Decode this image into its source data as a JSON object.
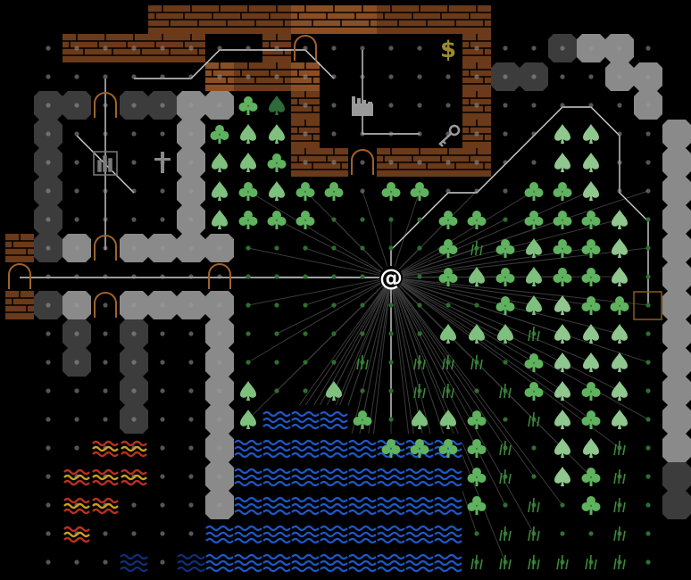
{
  "player": {
    "glyph": "@"
  },
  "gold": {
    "glyph": "$"
  },
  "colors": {
    "background": "#000000",
    "wall_stone": "#8a8a8a",
    "wall_stone_dark": "#3c3c3c",
    "brick": "#6a3a1a",
    "brick_light": "#8a4e24",
    "door": "#a0622a",
    "tree": "#5fb35f",
    "tree_light": "#8fc78f",
    "grass": "#3a8a3a",
    "water": "#1f58c8",
    "water_dark": "#0f2f7a",
    "lava_red": "#b83020",
    "lava_yellow": "#c8a020",
    "floor_dot": "#9a9a9a",
    "path_line": "#cfcfcf",
    "gold": "#9a8a30",
    "player": "#ffffff"
  },
  "icons": {
    "player": "at-sign-player",
    "gold": "gold-coins",
    "sword": "sword-item",
    "key": "key-item",
    "glove": "glove-item",
    "statue": "statue-object",
    "door": "arched-door",
    "tree_club": "club-tree",
    "tree_spade": "spade-tree",
    "grass": "grass-tuft",
    "water": "water-wave",
    "lava": "lava-wave"
  }
}
